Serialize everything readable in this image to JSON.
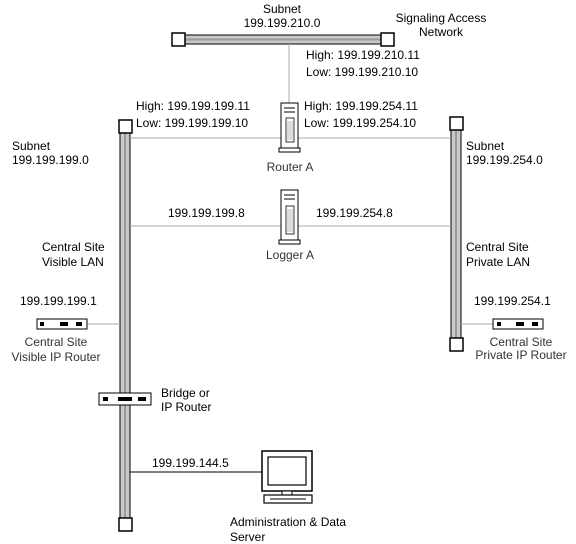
{
  "subnet_top": {
    "label": "Subnet",
    "address": "199.199.210.0"
  },
  "signaling_network": {
    "line1": "Signaling Access",
    "line2": "Network"
  },
  "router_a": {
    "name": "Router A",
    "top_high": "High: 199.199.210.11",
    "top_low": "Low: 199.199.210.10",
    "left_high": "High: 199.199.199.11",
    "left_low": "Low: 199.199.199.10",
    "right_high": "High: 199.199.254.11",
    "right_low": "Low: 199.199.254.10"
  },
  "logger_a": {
    "name": "Logger A",
    "left_ip": "199.199.199.8",
    "right_ip": "199.199.254.8"
  },
  "subnet_left": {
    "label": "Subnet",
    "address": "199.199.199.0"
  },
  "subnet_right": {
    "label": "Subnet",
    "address": "199.199.254.0"
  },
  "visible_lan": {
    "line1": "Central Site",
    "line2": "Visible LAN"
  },
  "private_lan": {
    "line1": "Central Site",
    "line2": "Private LAN"
  },
  "visible_router": {
    "ip": "199.199.199.1",
    "line1": "Central Site",
    "line2": "Visible IP Router"
  },
  "private_router": {
    "ip": "199.199.254.1",
    "line1": "Central Site",
    "line2": "Private IP Router"
  },
  "bridge": {
    "line1": "Bridge or",
    "line2": "IP Router"
  },
  "server": {
    "ip": "199.199.144.5",
    "line1": "Administration & Data",
    "line2": "Server"
  },
  "colors": {
    "bus_fill": "#c8c8c8",
    "link_gray": "#a8a8a8",
    "text": "#000000"
  }
}
